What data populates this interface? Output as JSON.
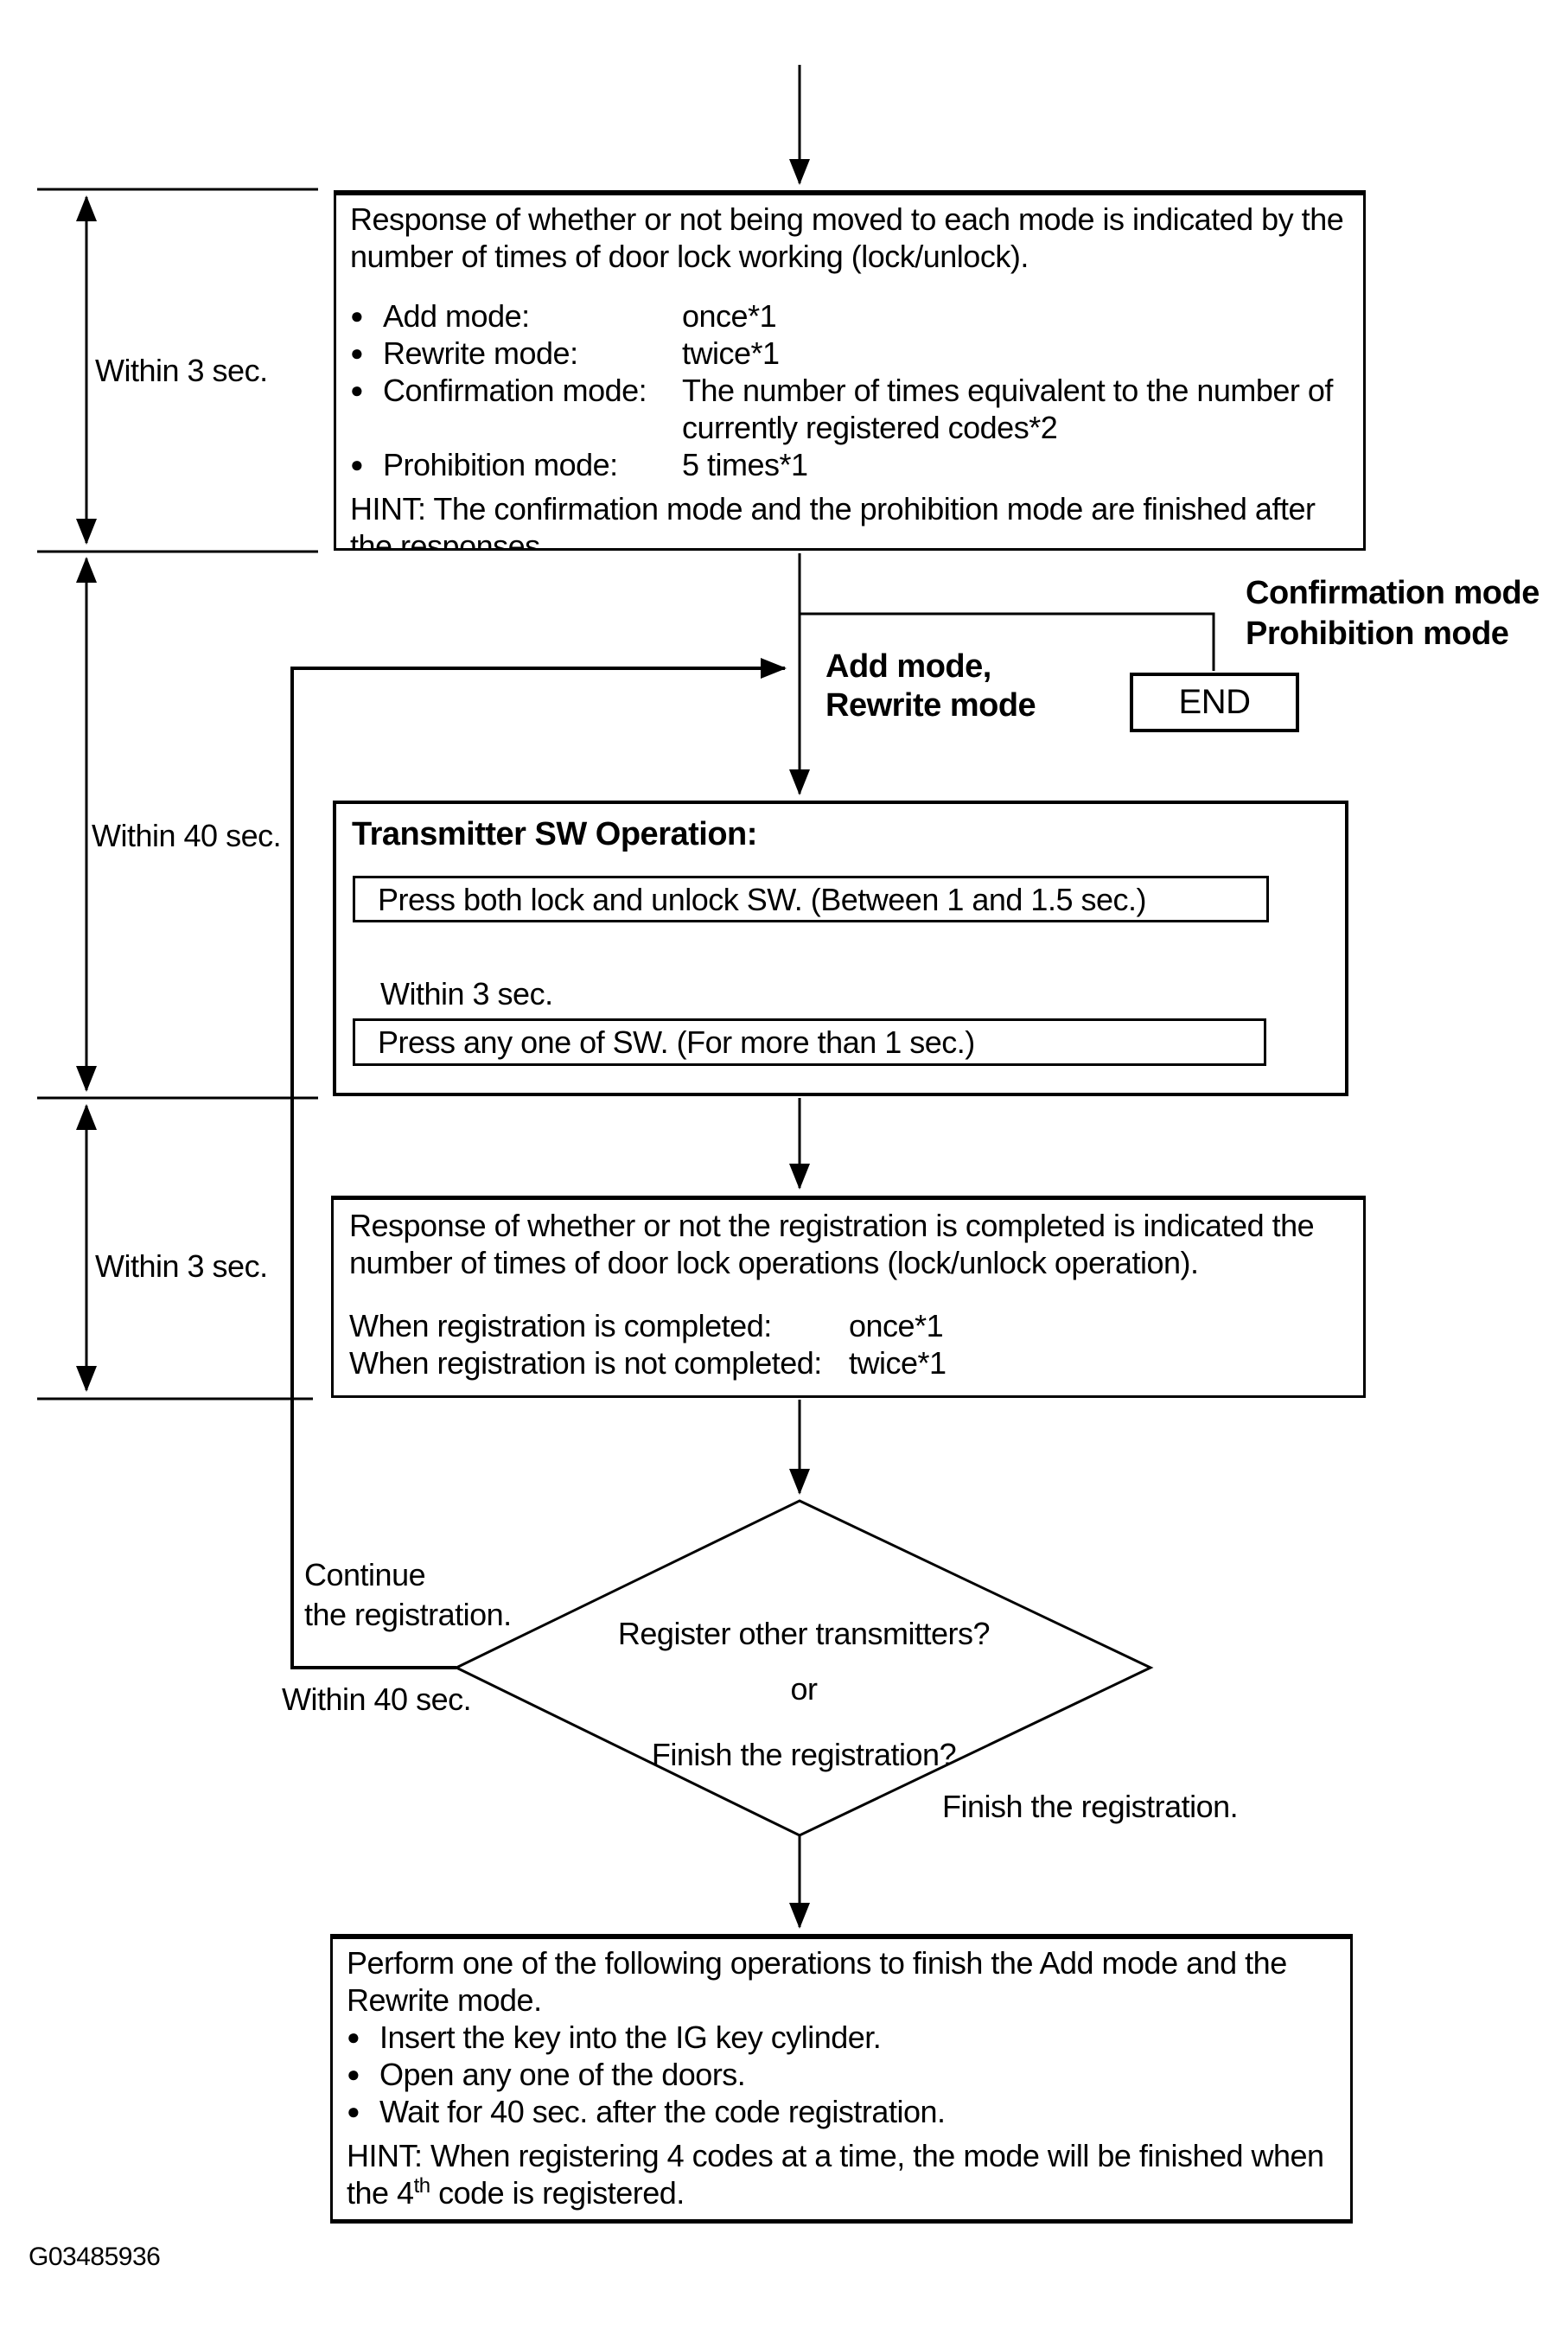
{
  "figure_id": "G03485936",
  "colors": {
    "ink": "#000000",
    "paper": "#ffffff"
  },
  "timing_labels": {
    "sec3_top": "Within 3 sec.",
    "sec40_left": "Within 40 sec.",
    "sec3_bottom": "Within 3 sec."
  },
  "box_response_mode": {
    "para": "Response of whether or not being moved to each mode is indicated by the number of times of door lock working (lock/unlock).",
    "bullets": [
      {
        "label": "Add mode:",
        "value": "once*1"
      },
      {
        "label": "Rewrite mode:",
        "value": "twice*1"
      },
      {
        "label": "Confirmation mode:",
        "value": "The number of times equivalent to the number of currently registered codes*2"
      },
      {
        "label": "Prohibition mode:",
        "value": "5 times*1"
      }
    ],
    "hint": "HINT: The confirmation mode and the prohibition mode are finished after the responses."
  },
  "branch_labels": {
    "add_rewrite_line1": "Add mode,",
    "add_rewrite_line2": "Rewrite mode",
    "confirm_line1": "Confirmation mode",
    "confirm_line2": "Prohibition mode",
    "end": "END"
  },
  "box_transmitter": {
    "title": "Transmitter SW Operation:",
    "step1": "Press both lock and unlock SW. (Between 1 and 1.5 sec.)",
    "between_label": "Within 3 sec.",
    "step2": "Press any one of SW. (For more than 1 sec.)"
  },
  "box_response_registration": {
    "para": "Response of whether or not the registration is completed is indicated the number of times of door lock operations (lock/unlock operation).",
    "results": [
      {
        "label": "When registration is completed:",
        "value": "once*1"
      },
      {
        "label": "When registration is not completed:",
        "value": "twice*1"
      }
    ]
  },
  "decision": {
    "line1": "Register other transmitters?",
    "line2": "or",
    "line3": "Finish the registration?",
    "continue_line1": "Continue",
    "continue_line2": "the registration.",
    "loop_label": "Within 40 sec.",
    "finish_label": "Finish the registration."
  },
  "box_finish": {
    "para": "Perform one of the following operations to finish the Add mode and the Rewrite mode.",
    "bullets": [
      "Insert the key into the IG key cylinder.",
      "Open any one of the doors.",
      "Wait for 40 sec. after the code registration."
    ],
    "hint_pre": "HINT: When registering 4 codes at a time, the mode will be finished when the 4",
    "hint_sup": "th",
    "hint_post": " code is registered."
  }
}
